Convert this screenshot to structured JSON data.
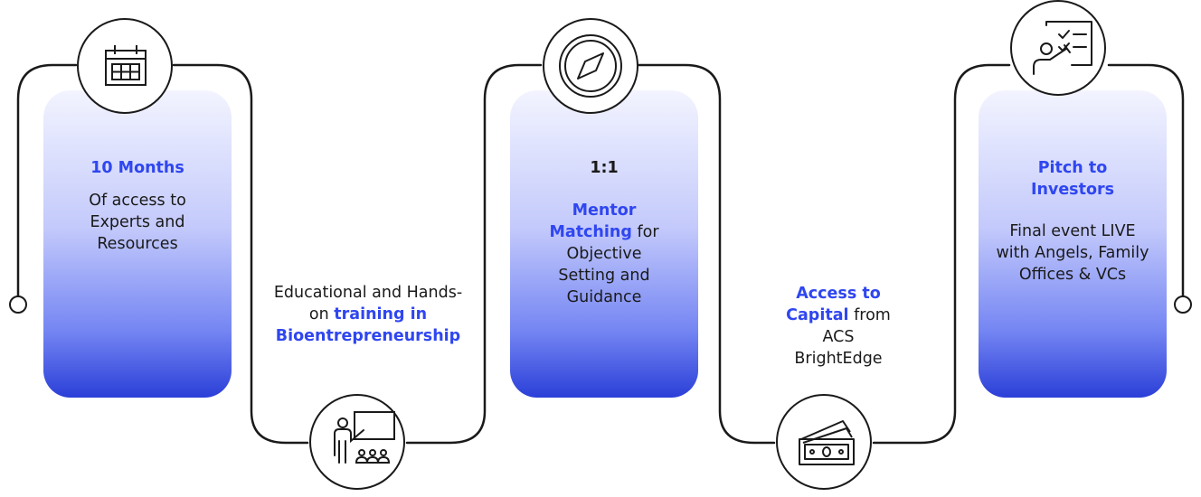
{
  "steps": [
    {
      "highlight": "10 Months",
      "text": "Of access to Experts and Resources"
    },
    {
      "text": "Educational and Hands-on",
      "highlight": "training in Bioentrepreneurship"
    },
    {
      "prefix": "1:1",
      "highlight": "Mentor Matching",
      "text": "for Objective Setting and Guidance"
    },
    {
      "highlight": "Access to Capital",
      "text": "from ACS BrightEdge"
    },
    {
      "highlight": "Pitch to Investors",
      "text": "Final event LIVE with Angels, Family Offices & VCs"
    }
  ],
  "icons": [
    "calendar-icon",
    "teacher-presentation-icon",
    "compass-icon",
    "money-icon",
    "checklist-person-icon"
  ],
  "colors": {
    "accent": "#2f46f0",
    "card_gradient_end": "#2b3fd8",
    "line": "#1a1a1a"
  }
}
